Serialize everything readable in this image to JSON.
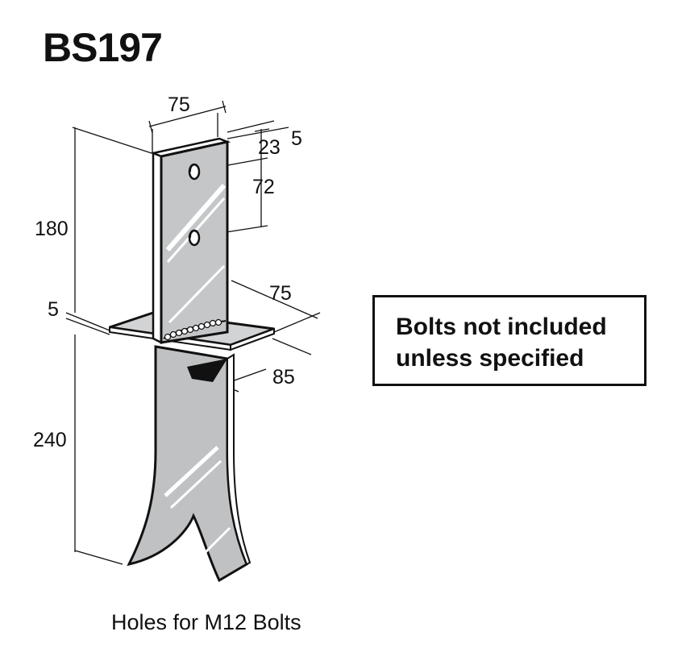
{
  "title": "BS197",
  "note": {
    "line1": "Bolts not included",
    "line2": "unless specified"
  },
  "caption": "Holes for M12 Bolts",
  "dimensions": {
    "top_width": "75",
    "plate_thickness_top": "5",
    "hole_offset": "23",
    "hole_spacing": "72",
    "upper_height": "180",
    "base_thickness": "5",
    "base_width": "75",
    "base_depth": "85",
    "spike_height": "240"
  }
}
